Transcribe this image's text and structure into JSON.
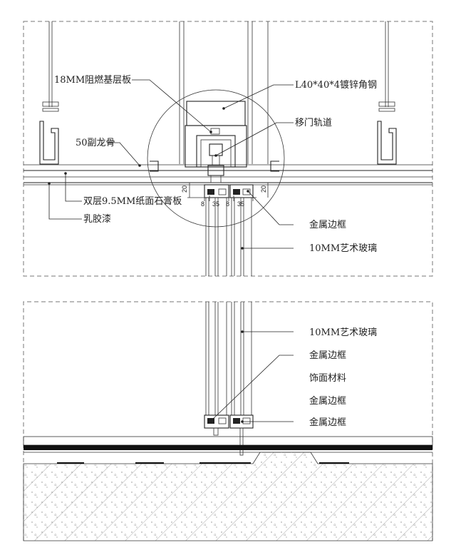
{
  "upper_detail": {
    "labels": {
      "fire_board": "18MM阻燃基层板",
      "angle_steel": "L40*40*4镀锌角钢",
      "door_track": "移门轨道",
      "sub_keel": "50副龙骨",
      "gypsum_board": "双层9.5MM纸面石膏板",
      "latex_paint": "乳胶漆",
      "metal_frame": "金属边框",
      "art_glass": "10MM艺术玻璃"
    },
    "dimensions": {
      "left_20": "20",
      "right_20": "20",
      "d8_a": "8",
      "d35_a": "35",
      "d8_b": "8",
      "d35_b": "35"
    }
  },
  "lower_detail": {
    "labels": {
      "art_glass": "10MM艺术玻璃",
      "metal_frame_1": "金属边框",
      "finish_material": "饰面材料",
      "metal_frame_2": "金属边框",
      "metal_frame_3": "金属边框"
    }
  }
}
